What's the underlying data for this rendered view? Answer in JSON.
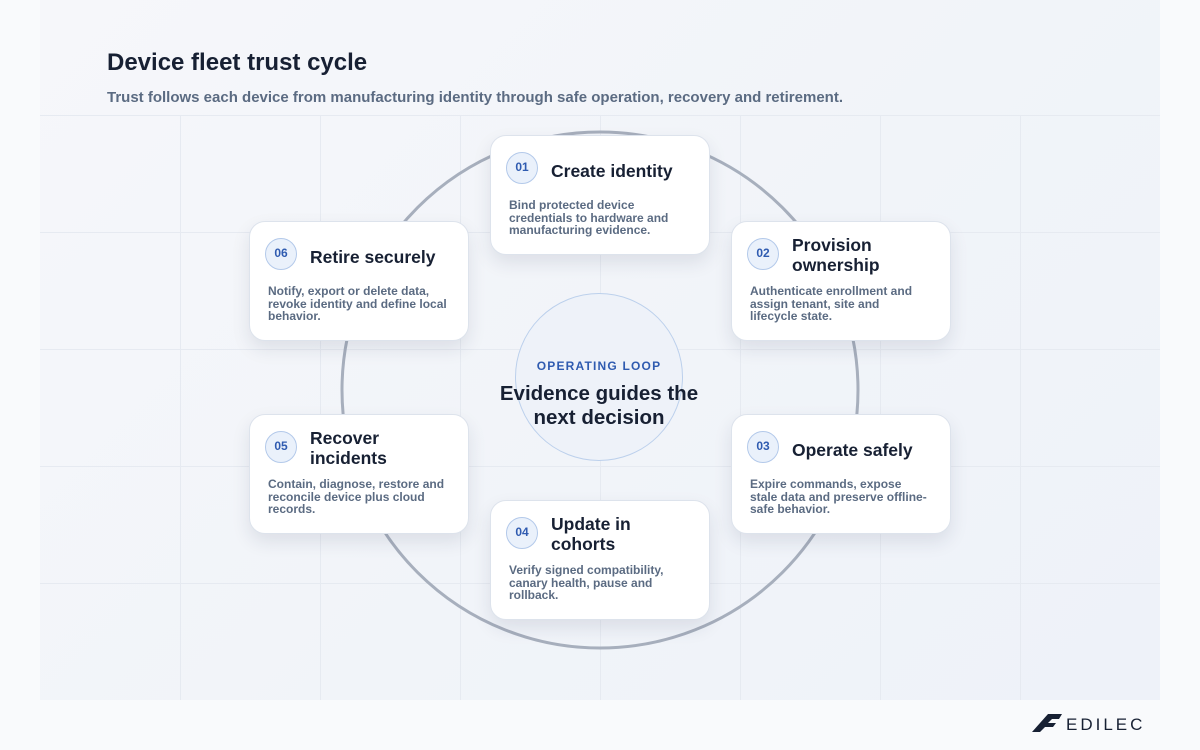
{
  "header": {
    "title": "Device fleet trust cycle",
    "subtitle": "Trust follows each device from manufacturing identity through safe operation, recovery and retirement."
  },
  "center": {
    "kicker": "OPERATING LOOP",
    "text": "Evidence guides the next decision"
  },
  "steps": [
    {
      "num": "01",
      "title": "Create identity",
      "body": "Bind protected device credentials to hardware and manufacturing evidence."
    },
    {
      "num": "02",
      "title": "Provision ownership",
      "body": "Authenticate enrollment and assign tenant, site and lifecycle state."
    },
    {
      "num": "03",
      "title": "Operate safely",
      "body": "Expire commands, expose stale data and preserve offline-safe behavior."
    },
    {
      "num": "04",
      "title": "Update in cohorts",
      "body": "Verify signed compatibility, canary health, pause and rollback."
    },
    {
      "num": "05",
      "title": "Recover incidents",
      "body": "Contain, diagnose, restore and reconcile device plus cloud records."
    },
    {
      "num": "06",
      "title": "Retire securely",
      "body": "Notify, export or delete data, revoke identity and define local behavior."
    }
  ],
  "brand": {
    "name": "EDILEC"
  },
  "colors": {
    "accent": "#2f5bb0",
    "ring": "#a7afbd",
    "text": "#172033",
    "muted": "#5b6b82"
  }
}
